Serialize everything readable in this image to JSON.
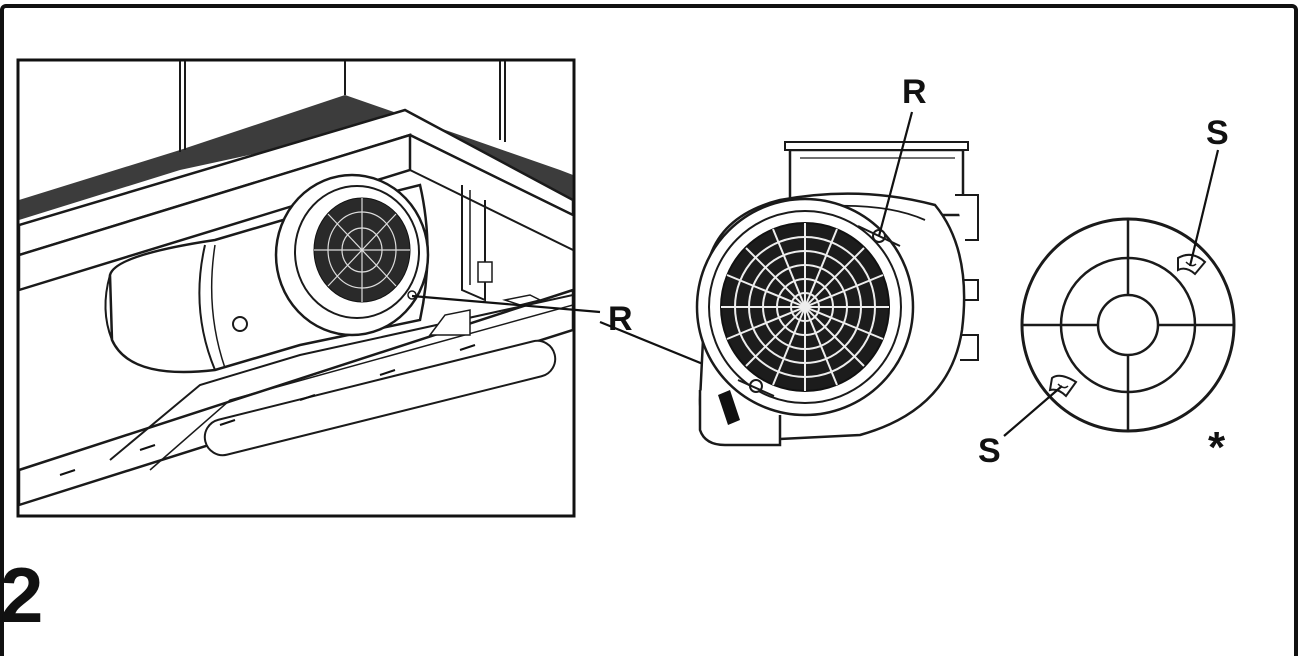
{
  "figure": {
    "step_number": "2",
    "callouts": {
      "r_photo": "R",
      "r_fan_top": "R",
      "s_top": "S",
      "s_bottom": "S",
      "asterisk": "*"
    }
  }
}
